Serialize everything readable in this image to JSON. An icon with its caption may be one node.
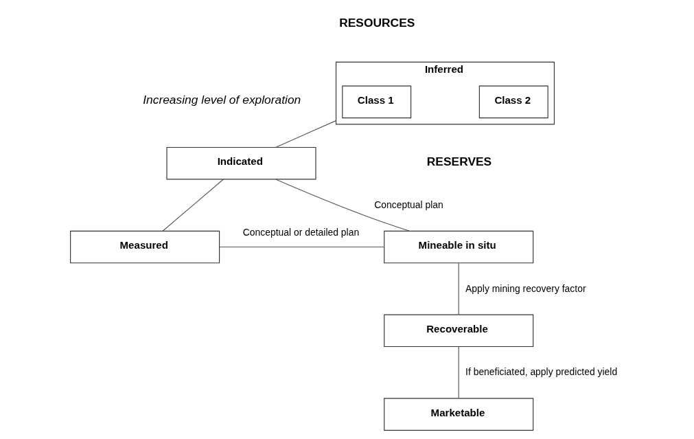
{
  "diagram": {
    "nodes": [
      {
        "text": [
          "Inferred"
        ]
      },
      {
        "text": [
          "Class 1"
        ],
        "in": 0
      },
      {
        "text": [
          "Class 2"
        ],
        "in": 0
      },
      {
        "text": [
          "Indicated"
        ]
      },
      {
        "text": [
          "Measured"
        ]
      },
      {
        "text": [
          "Mineable in situ"
        ]
      },
      {
        "text": [
          "Recoverable"
        ]
      },
      {
        "text": [
          "Marketable"
        ]
      }
    ],
    "edges": [
      {
        "from": 0,
        "to": 3,
        "arrow": "none"
      },
      {
        "from": 3,
        "to": 4,
        "arrow": "none"
      },
      {
        "from": 3,
        "to": 5,
        "arrow": "none",
        "label": "Conceptual plan"
      },
      {
        "from": 4,
        "to": 5,
        "arrow": "none",
        "label": "Conceptual or detailed plan"
      },
      {
        "from": 5,
        "to": 6,
        "arrow": "none",
        "label": "Apply mining recovery factor"
      },
      {
        "from": 6,
        "to": 7,
        "arrow": "none",
        "label": "If beneficiated, apply predicted yield"
      }
    ],
    "labels": [
      "RESOURCES",
      "Increasing level of exploration",
      "RESERVES"
    ]
  }
}
